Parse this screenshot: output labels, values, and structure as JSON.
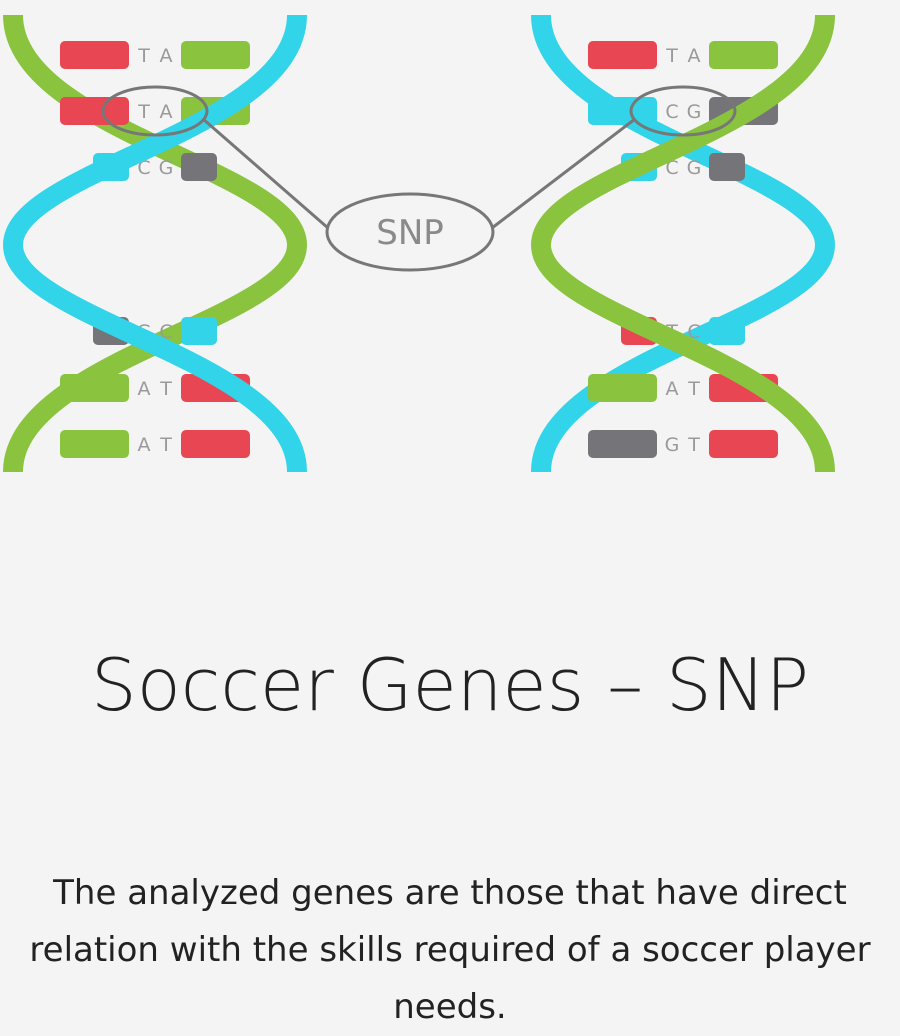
{
  "colors": {
    "T": "#e84652",
    "A": "#8ac33e",
    "C": "#32d4e9",
    "G": "#747479",
    "strand_green": "#8ac33e",
    "strand_cyan": "#32d4e9",
    "connector": "#777777"
  },
  "diagram": {
    "snp_label": "SNP",
    "left_helix": {
      "top_pairs": [
        [
          "T",
          "A"
        ],
        [
          "T",
          "A"
        ],
        [
          "C",
          "G"
        ]
      ],
      "bottom_pairs": [
        [
          "G",
          "C"
        ],
        [
          "A",
          "T"
        ],
        [
          "A",
          "T"
        ]
      ],
      "highlighted_pair": 1
    },
    "right_helix": {
      "top_pairs": [
        [
          "T",
          "A"
        ],
        [
          "C",
          "G"
        ],
        [
          "C",
          "G"
        ]
      ],
      "bottom_pairs": [
        [
          "T",
          "C"
        ],
        [
          "A",
          "T"
        ],
        [
          "G",
          "T"
        ]
      ],
      "highlighted_pair": 1
    }
  },
  "heading": "Soccer Genes – SNP",
  "description": "The analyzed genes are those that have direct relation with the skills required of a soccer player needs."
}
